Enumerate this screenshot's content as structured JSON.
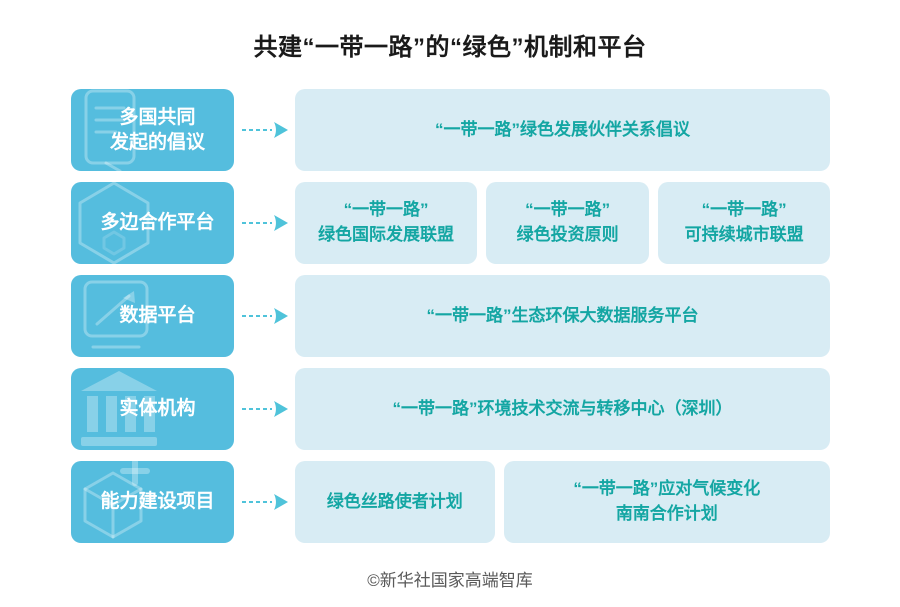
{
  "title": "共建“一带一路”的“绿色”机制和平台",
  "footer": "©新华社国家高端智库",
  "colors": {
    "left_box": "#55bdde",
    "right_box_bg": "#d8ecf4",
    "teal_text": "#14a6a3",
    "arrow": "#4fc3da",
    "title_text": "#1a1a1a",
    "footer_text": "#595959"
  },
  "rows": [
    {
      "id": "initiative",
      "icon": "document-icon",
      "label_lines": [
        "多国共同",
        "发起的倡议"
      ],
      "items": [
        {
          "lines": [
            "“一带一路”绿色发展伙伴关系倡议"
          ]
        }
      ]
    },
    {
      "id": "multilateral-platforms",
      "icon": "hexagon-icon",
      "label_lines": [
        "多边合作平台"
      ],
      "items": [
        {
          "lines": [
            "“一带一路”",
            "绿色国际发展联盟"
          ]
        },
        {
          "lines": [
            "“一带一路”",
            "绿色投资原则"
          ]
        },
        {
          "lines": [
            "“一带一路”",
            "可持续城市联盟"
          ]
        }
      ]
    },
    {
      "id": "data-platform",
      "icon": "line-chart-icon",
      "label_lines": [
        "数据平台"
      ],
      "items": [
        {
          "lines": [
            "“一带一路”生态环保大数据服务平台"
          ]
        }
      ]
    },
    {
      "id": "entity",
      "icon": "bank-icon",
      "label_lines": [
        "实体机构"
      ],
      "items": [
        {
          "lines": [
            "“一带一路”环境技术交流与转移中心（深圳）"
          ]
        }
      ]
    },
    {
      "id": "capacity-building",
      "icon": "cube-plus-icon",
      "label_lines": [
        "能力建设项目"
      ],
      "items": [
        {
          "lines": [
            "绿色丝路使者计划"
          ]
        },
        {
          "lines": [
            "“一带一路”应对气候变化",
            "南南合作计划"
          ]
        }
      ]
    }
  ]
}
